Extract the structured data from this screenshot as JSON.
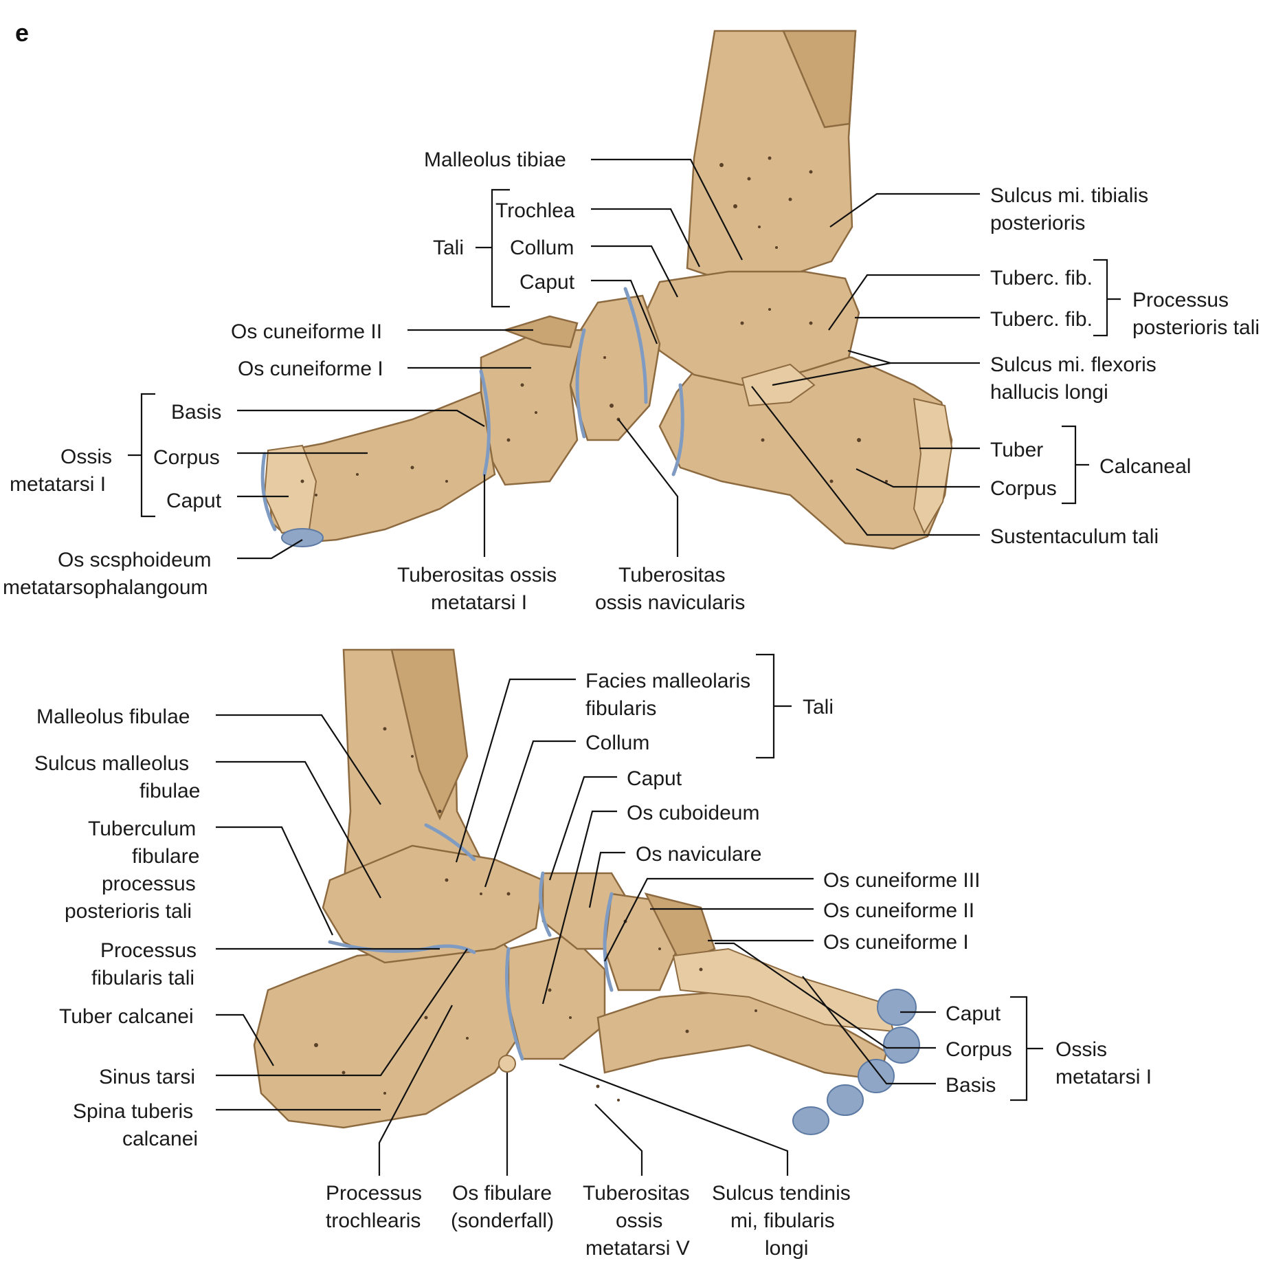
{
  "panel_letter": "e",
  "medial_view": {
    "labels": {
      "malleolus_tibiae": "Malleolus tibiae",
      "trochlea": "Trochlea",
      "collum": "Collum",
      "caput": "Caput",
      "tali": "Tali",
      "os_cuneiforme_ii": "Os cuneiforme II",
      "os_cuneiforme_i": "Os cuneiforme I",
      "basis": "Basis",
      "corpus": "Corpus",
      "caput_mt": "Caput",
      "ossis_line1": "Ossis",
      "ossis_line2": "metatarsi I",
      "sesamoid_line1": "Os scsphoideum",
      "sesamoid_line2": "metatarsophalangoum",
      "tub_mt_line1": "Tuberositas ossis",
      "tub_mt_line2": "metatarsi I",
      "tub_nav_line1": "Tuberositas",
      "tub_nav_line2": "ossis navicularis",
      "sulcus_tib_line1": "Sulcus mi. tibialis",
      "sulcus_tib_line2": "posterioris",
      "tuberc_fib_1": "Tuberc. fib.",
      "tuberc_fib_2": "Tuberc. fib.",
      "proc_post_line1": "Processus",
      "proc_post_line2": "posterioris tali",
      "sulcus_fhl_line1": "Sulcus mi. flexoris",
      "sulcus_fhl_line2": "hallucis longi",
      "tuber": "Tuber",
      "corpus_calc": "Corpus",
      "calcaneal": "Calcaneal",
      "sustentaculum": "Sustentaculum tali"
    }
  },
  "lateral_view": {
    "labels": {
      "malleolus_fibulae": "Malleolus fibulae",
      "sulcus_mall_line1": "Sulcus malleolus",
      "sulcus_mall_line2": "fibulae",
      "tuberculum_line1": "Tuberculum",
      "tuberculum_line2": "fibulare",
      "tuberculum_line3": "processus",
      "tuberculum_line4": "posterioris tali",
      "proc_fib_line1": "Processus",
      "proc_fib_line2": "fibularis tali",
      "tuber_calcanei": "Tuber calcanei",
      "sinus_tarsi": "Sinus tarsi",
      "spina_line1": "Spina tuberis",
      "spina_line2": "calcanei",
      "facies_line1": "Facies malleolaris",
      "facies_line2": "fibularis",
      "collum": "Collum",
      "tali": "Tali",
      "caput": "Caput",
      "os_cuboideum": "Os cuboideum",
      "os_naviculare": "Os naviculare",
      "os_cuneiforme_iii": "Os cuneiforme III",
      "os_cuneiforme_ii": "Os cuneiforme II",
      "os_cuneiforme_i": "Os cuneiforme I",
      "caput_mt": "Caput",
      "corpus_mt": "Corpus",
      "basis_mt": "Basis",
      "ossis_line1": "Ossis",
      "ossis_line2": "metatarsi I",
      "proc_troch_line1": "Processus",
      "proc_troch_line2": "trochlearis",
      "os_fib_line1": "Os fibulare",
      "os_fib_line2": "(sonderfall)",
      "tub_v_line1": "Tuberositas",
      "tub_v_line2": "ossis",
      "tub_v_line3": "metatarsi V",
      "sulcus_ten_line1": "Sulcus tendinis",
      "sulcus_ten_line2": "mi, fibularis",
      "sulcus_ten_line3": "longi"
    }
  }
}
